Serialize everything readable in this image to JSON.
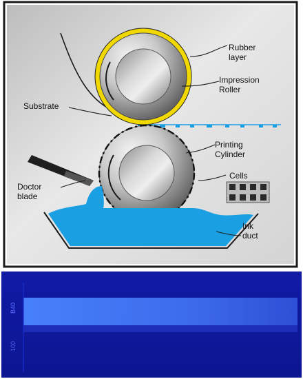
{
  "diagram": {
    "labels": {
      "rubber_layer": [
        "Rubber",
        "layer"
      ],
      "impression_roller": [
        "Impression",
        "Roller"
      ],
      "substrate": "Substrate",
      "printing_cylinder": [
        "Printing",
        "Cylinder"
      ],
      "cells": "Cells",
      "doctor_blade": [
        "Doctor",
        "blade"
      ],
      "ink_duct": [
        "Ink",
        "duct"
      ]
    },
    "colors": {
      "background": "#e3e3e3",
      "ink": "#1aa0e2",
      "rubber": "#f0d800",
      "roller_dark": "#6b6b6b",
      "roller_light": "#f3f3f3",
      "blade": "#1e1e1e"
    }
  },
  "photo": {
    "side_text_top": "B40",
    "side_text_bottom": "100",
    "colors": {
      "base": "#1420b8",
      "band": "#3a6cf0"
    }
  }
}
